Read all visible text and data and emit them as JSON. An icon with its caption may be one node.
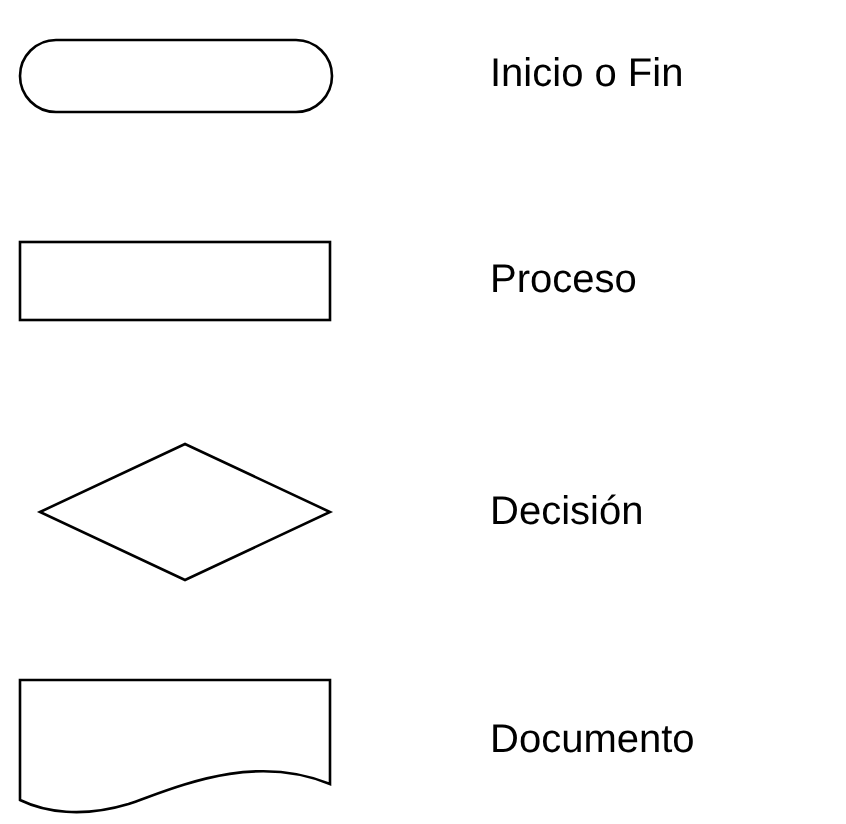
{
  "diagram": {
    "nodes": [
      {
        "text": [],
        "shape": "pill"
      },
      {
        "text": [],
        "shape": "box"
      },
      {
        "text": [],
        "shape": "diamond"
      },
      {
        "text": [],
        "shape": "document"
      }
    ],
    "labels": [
      "Inicio o Fin",
      "Proceso",
      "Decisión",
      "Documento"
    ]
  }
}
